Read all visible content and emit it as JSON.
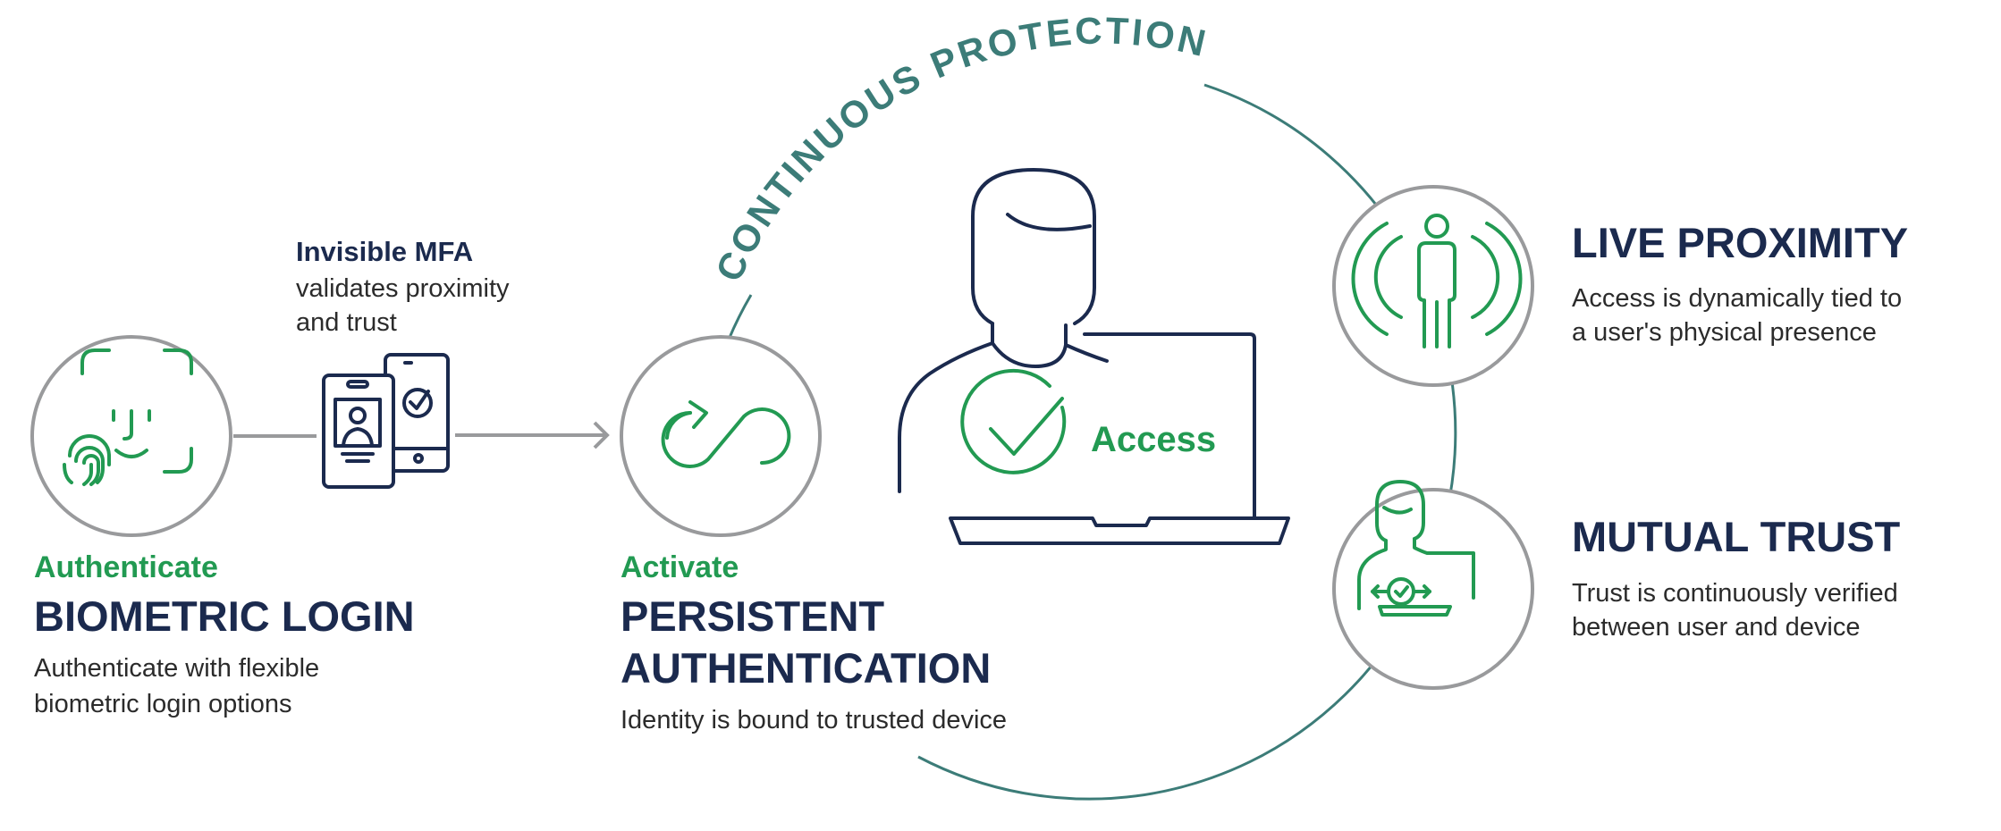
{
  "arc_label": "CONTINUOUS PROTECTION",
  "mfa": {
    "title": "Invisible MFA",
    "lines": [
      "validates proximity",
      "and trust"
    ]
  },
  "step1": {
    "kicker": "Authenticate",
    "title": "BIOMETRIC LOGIN",
    "lines": [
      "Authenticate with flexible",
      "biometric login options"
    ]
  },
  "step2": {
    "kicker": "Activate",
    "title_lines": [
      "PERSISTENT",
      "AUTHENTICATION"
    ],
    "lines": [
      "Identity is bound to trusted device"
    ]
  },
  "center": {
    "label": "Access"
  },
  "proximity": {
    "title": "LIVE PROXIMITY",
    "lines": [
      "Access is dynamically tied to",
      "a user's physical presence"
    ]
  },
  "trust": {
    "title": "MUTUAL TRUST",
    "lines": [
      "Trust is continuously verified",
      "between user and device"
    ]
  },
  "colors": {
    "navy": "#1b2a4e",
    "green": "#229a52",
    "teal": "#3c7c78",
    "gray": "#999a9c"
  }
}
